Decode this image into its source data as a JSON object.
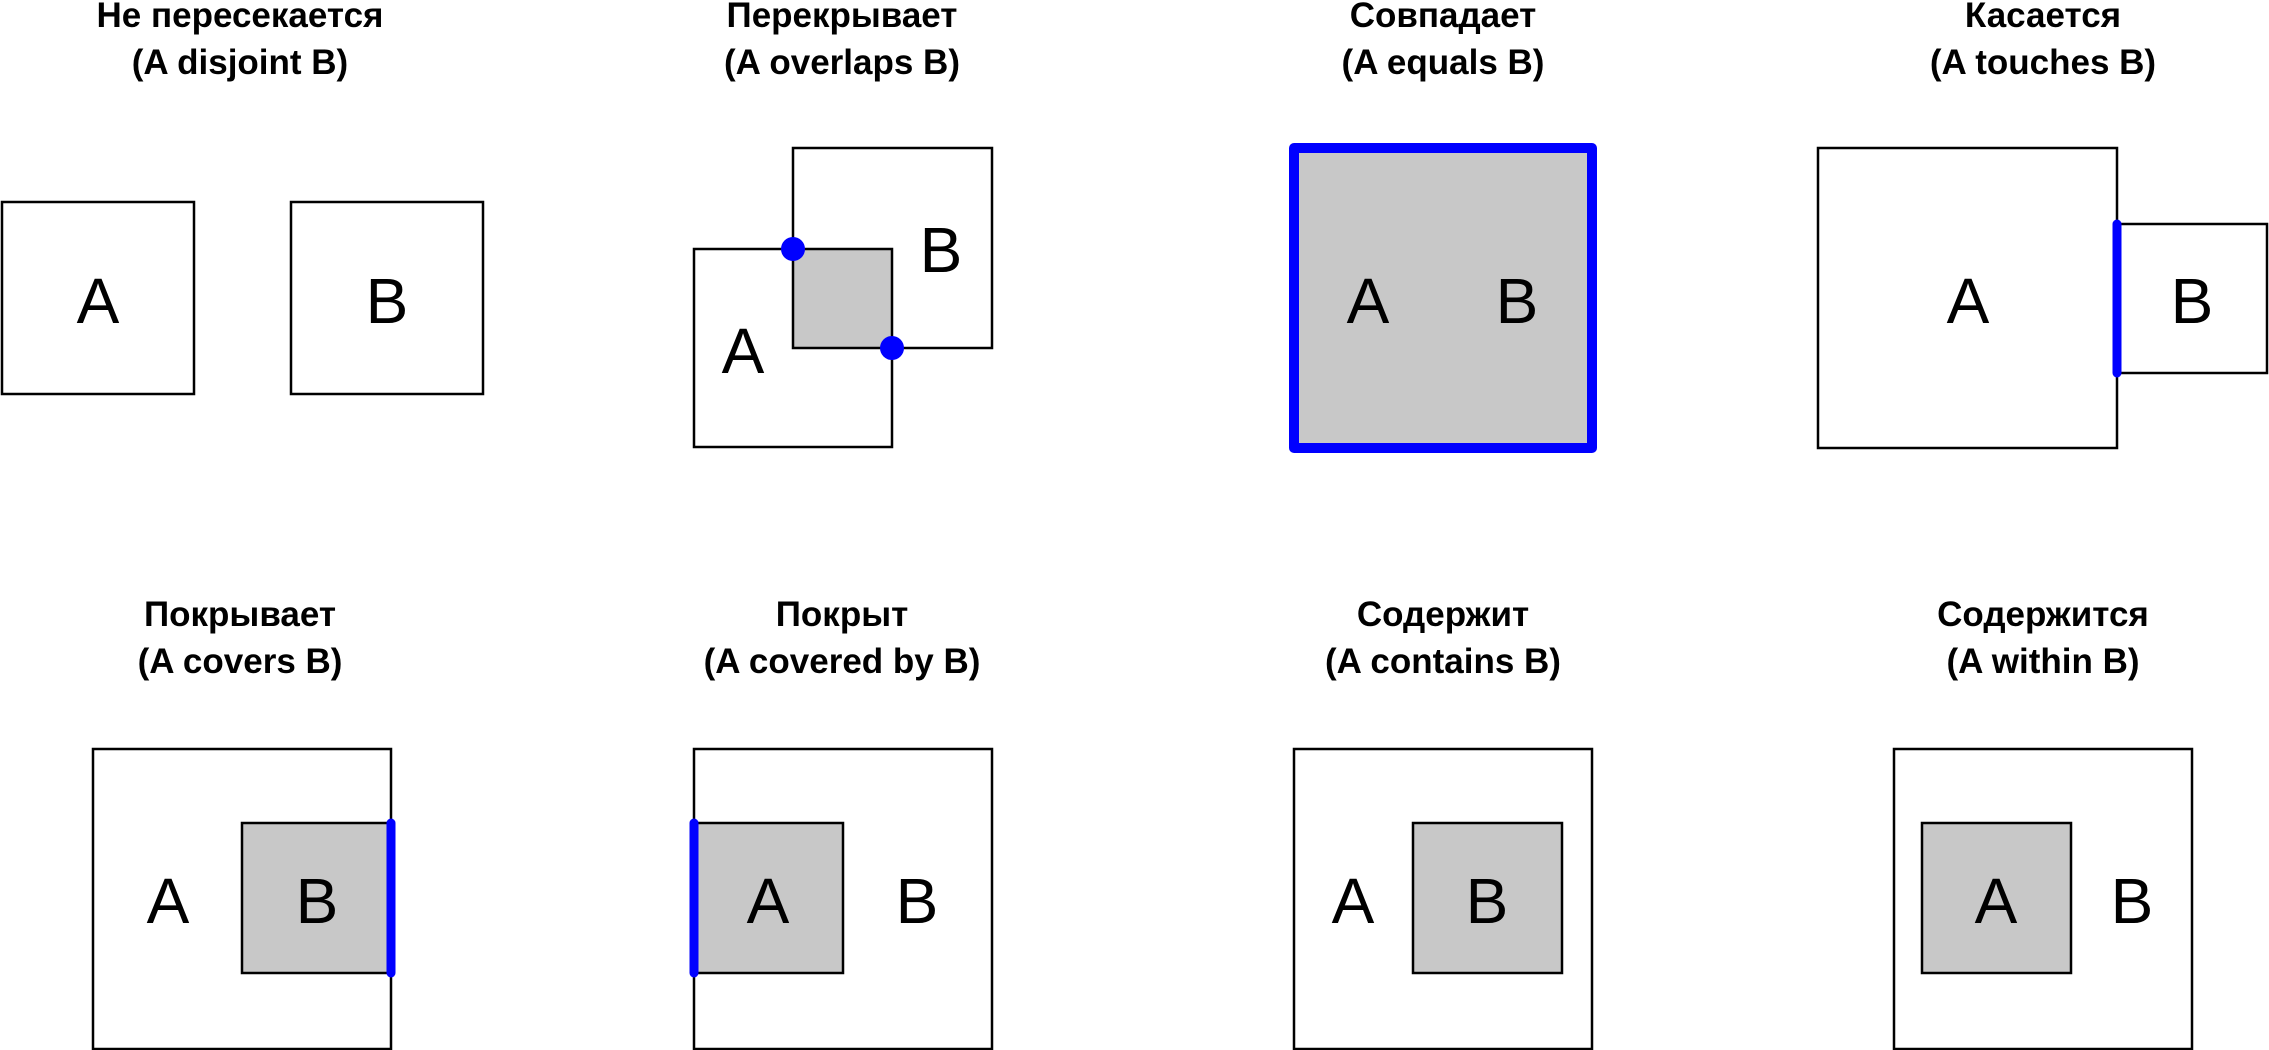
{
  "colors": {
    "outline": "#000000",
    "intersection": "#c8c8c8",
    "boundary_highlight": "#0000ff",
    "background": "#ffffff"
  },
  "panels": [
    {
      "id": "disjoint",
      "title_ru": "Не пересекается",
      "title_en": "(A disjoint B)",
      "label_a": "A",
      "label_b": "B"
    },
    {
      "id": "overlaps",
      "title_ru": "Перекрывает",
      "title_en": "(A overlaps B)",
      "label_a": "A",
      "label_b": "B"
    },
    {
      "id": "equals",
      "title_ru": "Совпадает",
      "title_en": "(A equals B)",
      "label_a": "A",
      "label_b": "B"
    },
    {
      "id": "touches",
      "title_ru": "Касается",
      "title_en": "(A touches B)",
      "label_a": "A",
      "label_b": "B"
    },
    {
      "id": "covers",
      "title_ru": "Покрывает",
      "title_en": "(A covers B)",
      "label_a": "A",
      "label_b": "B"
    },
    {
      "id": "covered_by",
      "title_ru": "Покрыт",
      "title_en": "(A covered by B)",
      "label_a": "A",
      "label_b": "B"
    },
    {
      "id": "contains",
      "title_ru": "Содержит",
      "title_en": "(A contains B)",
      "label_a": "A",
      "label_b": "B"
    },
    {
      "id": "within",
      "title_ru": "Содержится",
      "title_en": "(A within B)",
      "label_a": "A",
      "label_b": "B"
    }
  ]
}
